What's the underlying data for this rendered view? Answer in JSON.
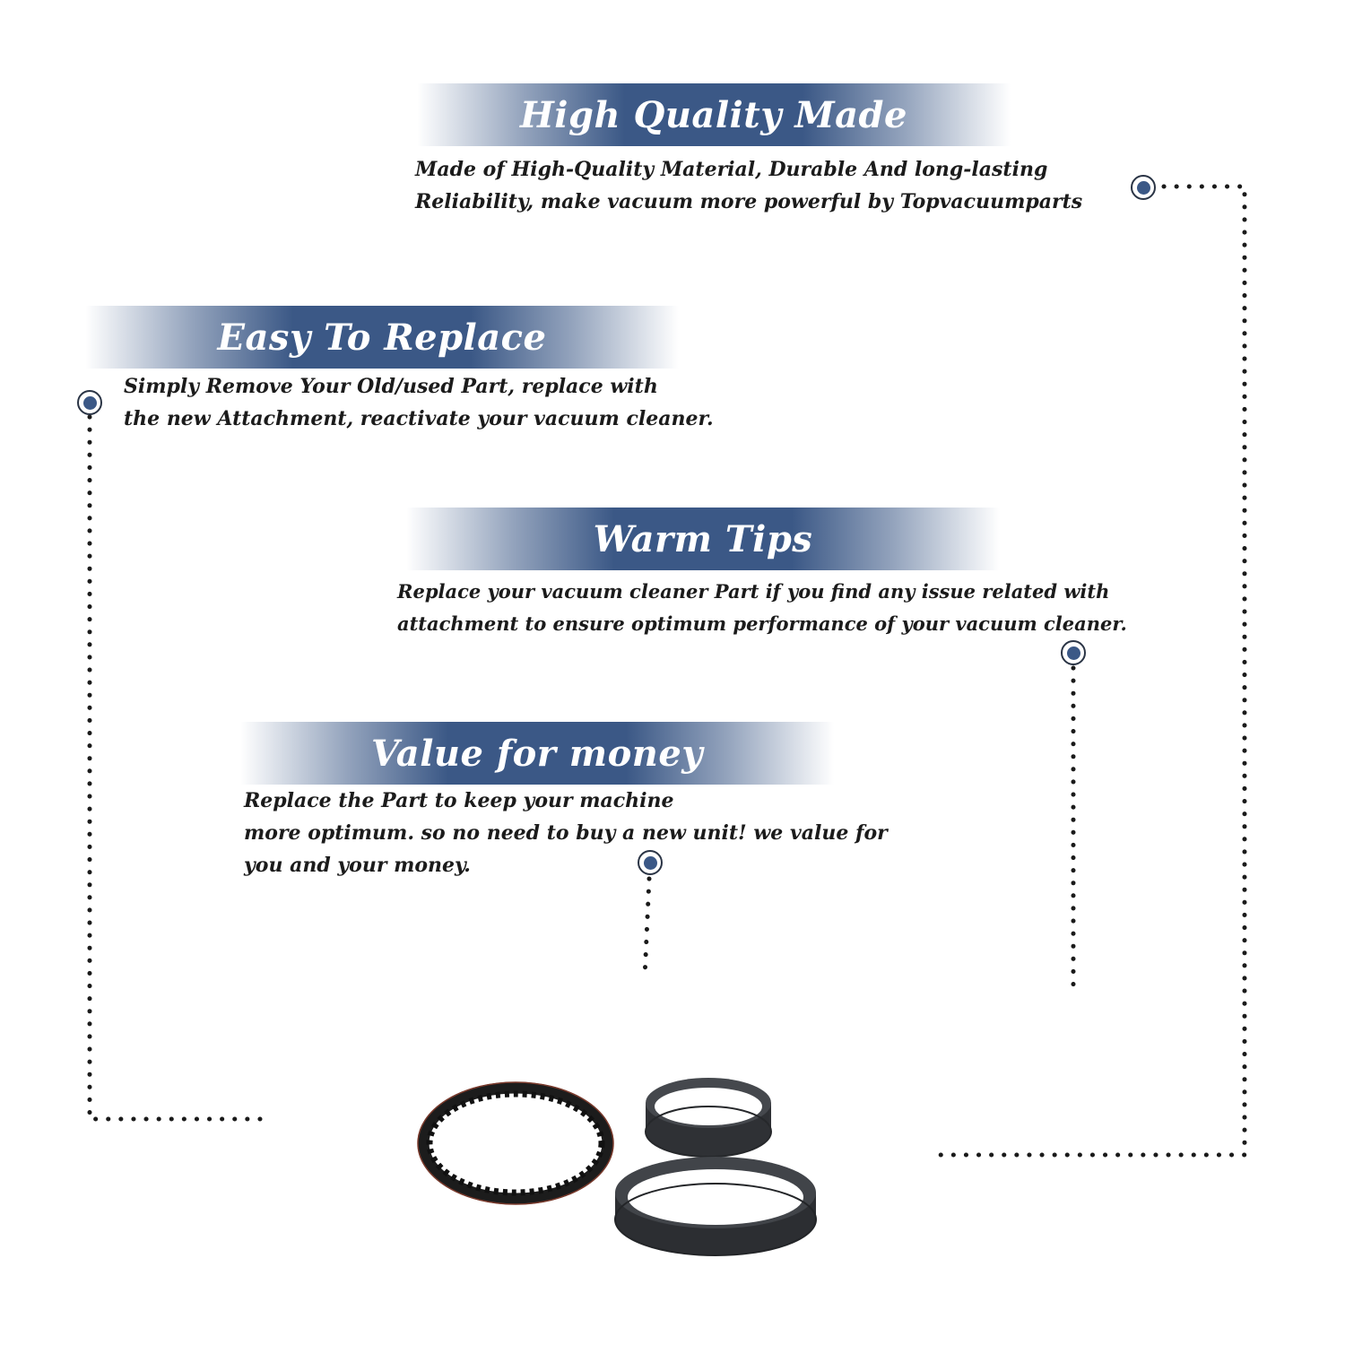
{
  "colors": {
    "banner_blue": "#3b5886",
    "text": "#1b1b1b",
    "dots": "#1a1a1a"
  },
  "sections": {
    "high_quality": {
      "title": "High Quality Made",
      "line1": "Made of  High-Quality Material, Durable And long-lasting",
      "line2": "Reliability, make vacuum more powerful by Topvacuumparts"
    },
    "easy_replace": {
      "title": "Easy To Replace",
      "line1": "Simply Remove Your Old/used Part, replace with",
      "line2": "the new Attachment, reactivate your vacuum cleaner."
    },
    "warm_tips": {
      "title": "Warm Tips",
      "line1": "Replace your vacuum cleaner Part if you find any issue related with",
      "line2": " attachment to ensure optimum performance of your vacuum cleaner."
    },
    "value_money": {
      "title": "Value for money",
      "line1": "Replace the Part to keep your machine",
      "line2": "more optimum. so no need to buy a new unit! we value for",
      "line3": "you and your money."
    }
  },
  "product": {
    "items": [
      "toothed-belt",
      "flat-belt",
      "flat-belt"
    ]
  }
}
